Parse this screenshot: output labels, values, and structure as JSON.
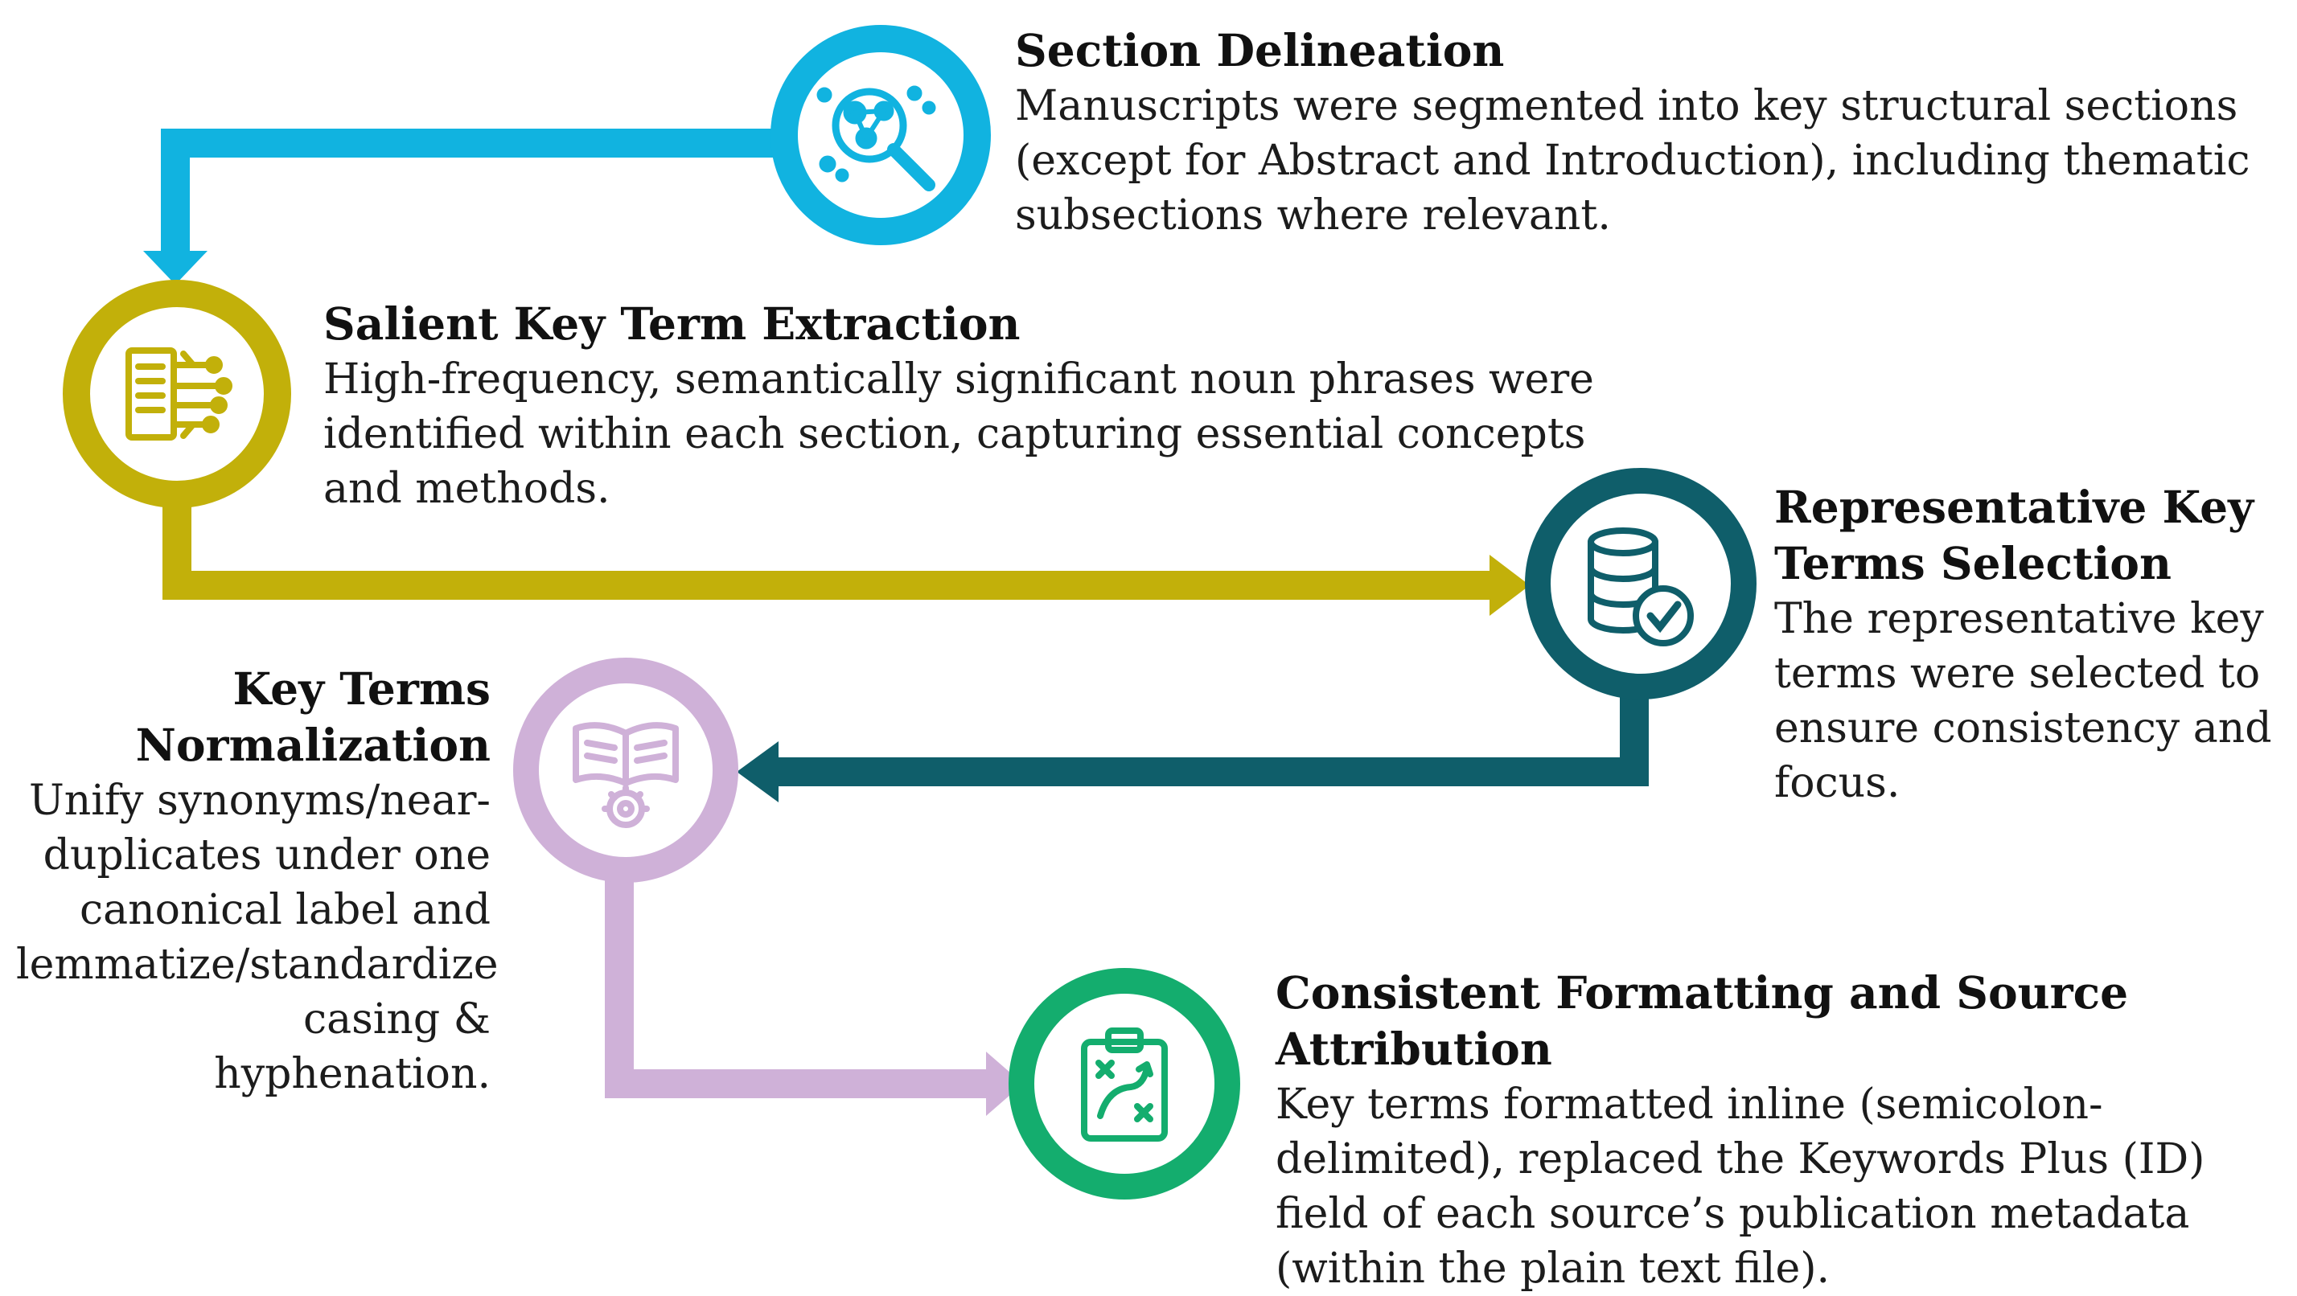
{
  "colors": {
    "step1": "#11b3e0",
    "step2": "#c2b00a",
    "step3": "#0f5e6a",
    "step4": "#cfb1d8",
    "step5": "#14ad6e",
    "text": "#111111"
  },
  "steps": [
    {
      "title": "Section Delineation",
      "description": "Manuscripts were segmented into key structural sections (except for Abstract and Introduction), including thematic subsections where relevant.",
      "icon": "magnifier-molecule-icon"
    },
    {
      "title": "Salient Key Term Extraction",
      "description": "High-frequency, semantically significant noun phrases were identified within each section, capturing essential concepts and methods.",
      "icon": "document-circuit-icon"
    },
    {
      "title": "Representative Key Terms Selection",
      "description": "The representative key terms were selected to ensure consistency and focus.",
      "icon": "database-check-icon"
    },
    {
      "title": "Key Terms Normalization",
      "description": "Unify synonyms/near-duplicates under one canonical label and lemmatize/standardize casing & hyphenation.",
      "icon": "book-gear-icon"
    },
    {
      "title": "Consistent Formatting and Source Attribution",
      "description": "Key terms formatted inline (semicolon-delimited), replaced the Keywords Plus (ID) field of each source’s publication metadata (within the plain text file).",
      "icon": "clipboard-strategy-icon"
    }
  ]
}
